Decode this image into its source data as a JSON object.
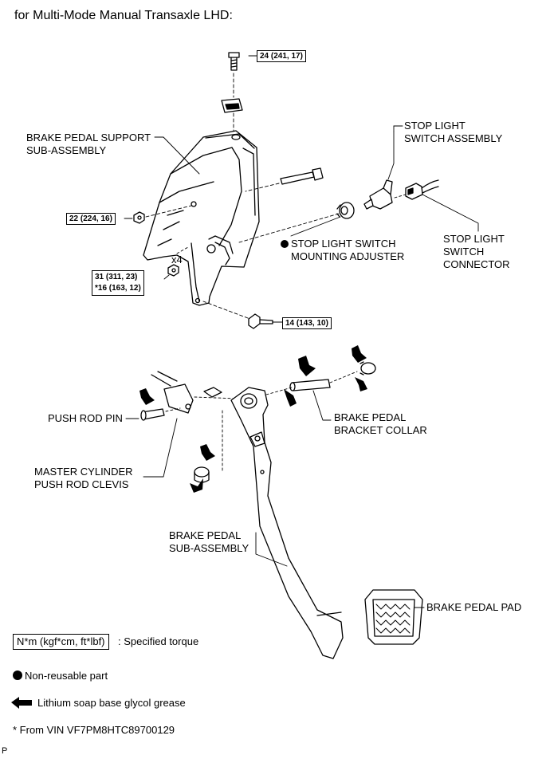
{
  "title": "for Multi-Mode Manual Transaxle LHD:",
  "labels": {
    "brake_pedal_support_1": "BRAKE PEDAL SUPPORT",
    "brake_pedal_support_2": "SUB-ASSEMBLY",
    "stop_light_switch_assy_1": "STOP LIGHT",
    "stop_light_switch_assy_2": "SWITCH ASSEMBLY",
    "stop_light_connector_1": "STOP LIGHT",
    "stop_light_connector_2": "SWITCH",
    "stop_light_connector_3": "CONNECTOR",
    "mounting_adjuster_1": "STOP LIGHT SWITCH",
    "mounting_adjuster_2": "MOUNTING ADJUSTER",
    "push_rod_pin": "PUSH ROD PIN",
    "bracket_collar_1": "BRAKE PEDAL",
    "bracket_collar_2": "BRACKET COLLAR",
    "master_cylinder_1": "MASTER CYLINDER",
    "master_cylinder_2": "PUSH ROD CLEVIS",
    "brake_pedal_sub_1": "BRAKE PEDAL",
    "brake_pedal_sub_2": "SUB-ASSEMBLY",
    "brake_pedal_pad": "BRAKE PEDAL PAD",
    "x4": "x4"
  },
  "torques": {
    "top_bolt": "24 (241, 17)",
    "left_nut": "22 (224, 16)",
    "nuts_a": "31 (311, 23)",
    "nuts_b": "*16 (163, 12)",
    "lower_bolt": "14 (143, 10)"
  },
  "legend": {
    "torque_box": "N*m (kgf*cm, ft*lbf)",
    "torque_desc": ": Specified torque",
    "nonreusable": "Non-reusable part",
    "grease": "Lithium soap base glycol grease",
    "vin_note": "* From VIN VF7PM8HTC89700129"
  },
  "corner_mark": "P"
}
